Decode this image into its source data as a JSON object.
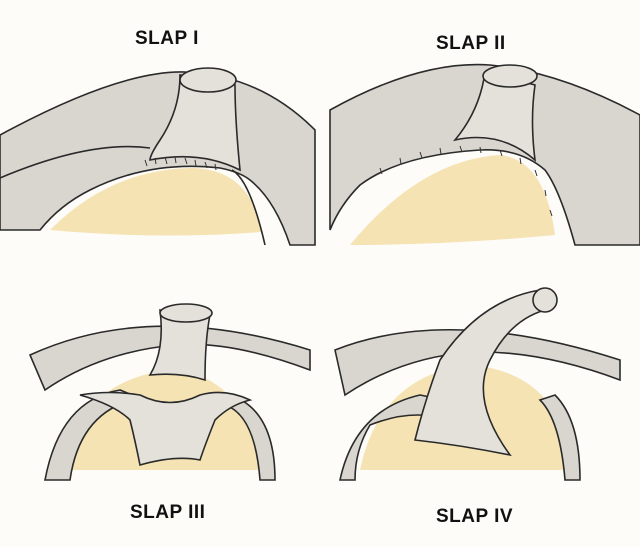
{
  "labels": {
    "slap1": "SLAP I",
    "slap2": "SLAP II",
    "slap3": "SLAP III",
    "slap4": "SLAP IV"
  },
  "colors": {
    "background": "#fdfcf9",
    "labrum": "#d9d6d0",
    "glenoid": "#f6e3b4",
    "outline": "#2a2a2a"
  }
}
